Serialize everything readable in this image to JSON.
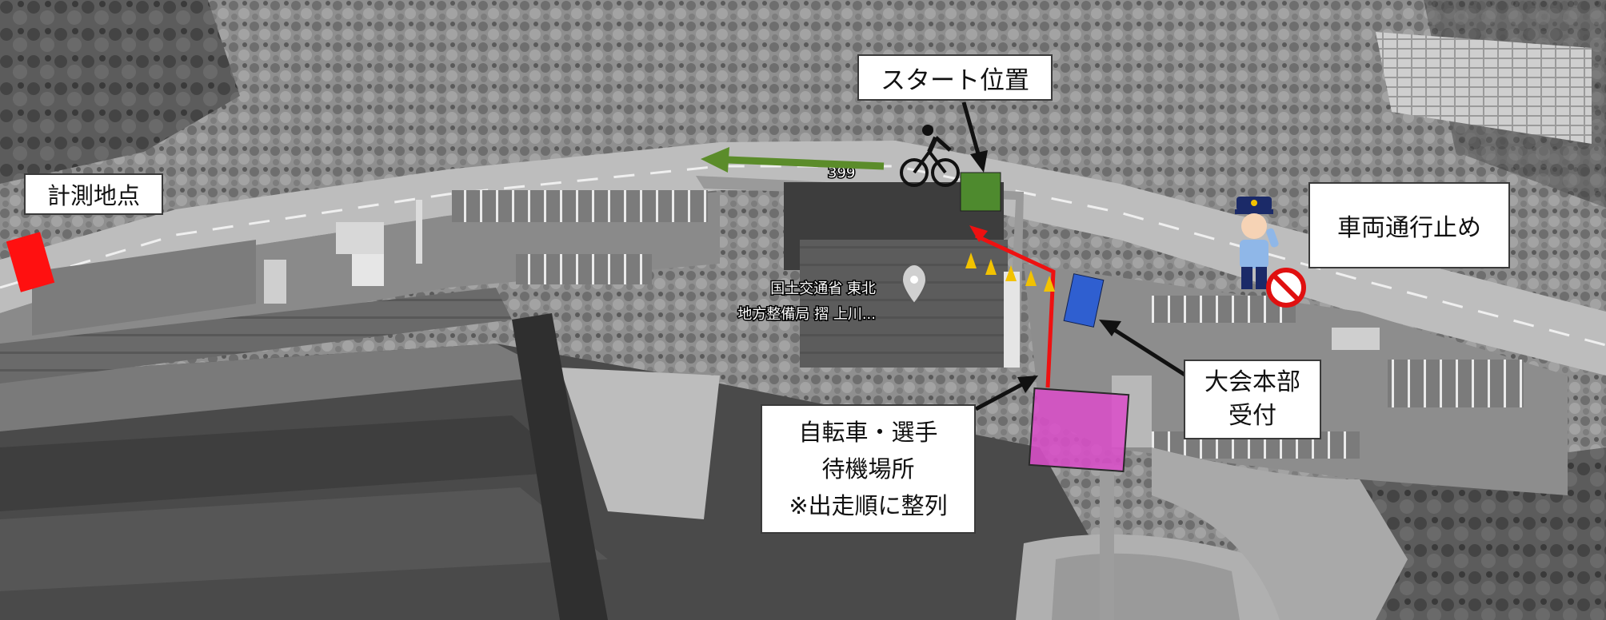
{
  "labels": {
    "start_position": "スタート位置",
    "measurement_point": "計測地点",
    "vehicle_stop": "車両通行止め",
    "headquarters_line1": "大会本部",
    "headquarters_line2": "受付",
    "waiting_line1": "自転車・選手",
    "waiting_line2": "待機場所",
    "waiting_line3": "※出走順に整列"
  },
  "map_label": {
    "line1": "国土交通省 東北",
    "line2": "地方整備局 摺 上川..."
  },
  "road_number": "399",
  "colors": {
    "measurement_marker": "#ff0000",
    "start_marker": "#4e8a2e",
    "course_arrow": "#5b8c2a",
    "walking_route": "#ee1111",
    "headquarters": "#2f5fd0",
    "waiting_area": "#d94fc8",
    "cones": "#f2c200",
    "callout_arrows": "#111111"
  },
  "icons": [
    "cyclist-icon",
    "police-officer-icon",
    "no-entry-icon",
    "map-pin-icon",
    "traffic-cone-icon"
  ]
}
